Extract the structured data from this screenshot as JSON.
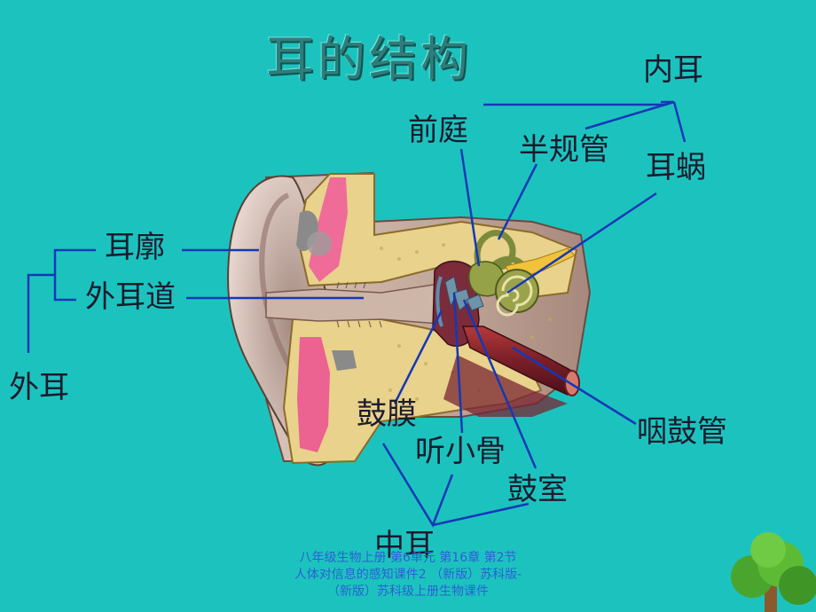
{
  "title": "耳的结构",
  "labels": {
    "inner_ear": "内耳",
    "vestibule": "前庭",
    "semicircular_canals": "半规管",
    "cochlea": "耳蜗",
    "auricle": "耳廓",
    "ear_canal": "外耳道",
    "outer_ear": "外耳",
    "eardrum": "鼓膜",
    "ossicles": "听小骨",
    "eustachian_tube": "咽鼓管",
    "tympanic_cavity": "鼓室",
    "middle_ear": "中耳"
  },
  "footer": "八年级生物上册 第6单元 第16章 第2节 人体对信息的感知课件2 （新版）苏科版-（新版）苏科级上册生物课件",
  "colors": {
    "background": "#1cc3be",
    "leader_lines": "#1438b8",
    "title": "#2f7d7a",
    "footer": "#2c5fd6"
  }
}
